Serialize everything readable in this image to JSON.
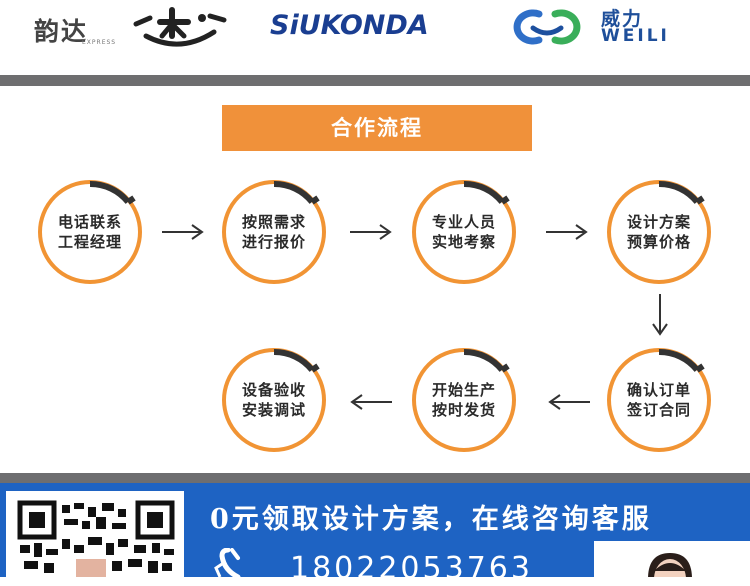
{
  "logos": {
    "yunda": {
      "cn": "韵达",
      "en": "EXPRESS"
    },
    "siukonda": {
      "text": "SiUKONDA"
    },
    "weili": {
      "cn": "威力",
      "en": "WEILI"
    }
  },
  "title": "合作流程",
  "steps": [
    {
      "line1": "电话联系",
      "line2": "工程经理"
    },
    {
      "line1": "按照需求",
      "line2": "进行报价"
    },
    {
      "line1": "专业人员",
      "line2": "实地考察"
    },
    {
      "line1": "设计方案",
      "line2": "预算价格"
    },
    {
      "line1": "确认订单",
      "line2": "签订合同"
    },
    {
      "line1": "开始生产",
      "line2": "按时发货"
    },
    {
      "line1": "设备验收",
      "line2": "安装调试"
    }
  ],
  "contact": {
    "slogan": "0元领取设计方案，在线咨询客服",
    "phone": "18022053763"
  },
  "colors": {
    "accent": "#f0913a",
    "bar_gray": "#6e6e70",
    "contact_blue": "#1e63c3"
  },
  "icons": [
    "phone-icon",
    "qr-code",
    "arrow-right-icon",
    "arrow-down-icon",
    "arrow-left-icon"
  ]
}
